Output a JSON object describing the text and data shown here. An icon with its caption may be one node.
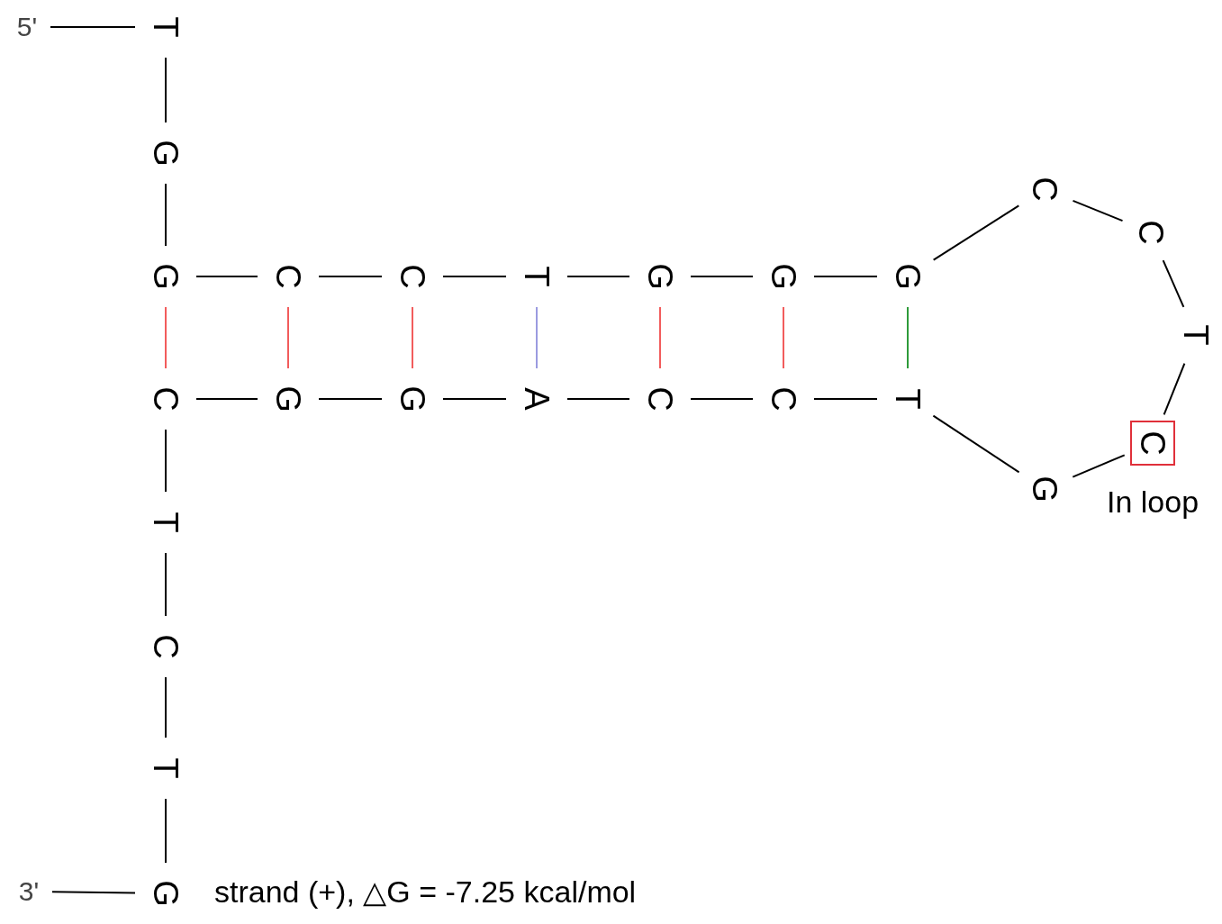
{
  "diagram": {
    "nodes": [
      {
        "text": [
          "5'"
        ]
      },
      {
        "text": [
          "T"
        ]
      },
      {
        "text": [
          "G"
        ]
      },
      {
        "text": [
          "G"
        ]
      },
      {
        "text": [
          "C"
        ]
      },
      {
        "text": [
          "C"
        ]
      },
      {
        "text": [
          "T"
        ]
      },
      {
        "text": [
          "G"
        ]
      },
      {
        "text": [
          "G"
        ]
      },
      {
        "text": [
          "G"
        ]
      },
      {
        "text": [
          "C"
        ]
      },
      {
        "text": [
          "C"
        ]
      },
      {
        "text": [
          "T"
        ]
      },
      {
        "text": [
          "In loop"
        ]
      },
      {
        "text": [
          "C"
        ],
        "in": 13
      },
      {
        "text": [
          "G"
        ]
      },
      {
        "text": [
          "T"
        ]
      },
      {
        "text": [
          "C"
        ]
      },
      {
        "text": [
          "C"
        ]
      },
      {
        "text": [
          "A"
        ]
      },
      {
        "text": [
          "G"
        ]
      },
      {
        "text": [
          "G"
        ]
      },
      {
        "text": [
          "C"
        ]
      },
      {
        "text": [
          "T"
        ]
      },
      {
        "text": [
          "C"
        ]
      },
      {
        "text": [
          "T"
        ]
      },
      {
        "text": [
          "G"
        ]
      },
      {
        "text": [
          "3'"
        ]
      }
    ],
    "edges": [
      {
        "from": 0,
        "to": 1,
        "arrow": "none"
      },
      {
        "from": 1,
        "to": 2,
        "arrow": "none"
      },
      {
        "from": 2,
        "to": 3,
        "arrow": "none"
      },
      {
        "from": 3,
        "to": 4,
        "arrow": "none"
      },
      {
        "from": 4,
        "to": 5,
        "arrow": "none"
      },
      {
        "from": 5,
        "to": 6,
        "arrow": "none"
      },
      {
        "from": 6,
        "to": 7,
        "arrow": "none"
      },
      {
        "from": 7,
        "to": 8,
        "arrow": "none"
      },
      {
        "from": 8,
        "to": 9,
        "arrow": "none"
      },
      {
        "from": 9,
        "to": 10,
        "arrow": "none"
      },
      {
        "from": 10,
        "to": 11,
        "arrow": "none"
      },
      {
        "from": 11,
        "to": 12,
        "arrow": "none"
      },
      {
        "from": 12,
        "to": 14,
        "arrow": "none"
      },
      {
        "from": 14,
        "to": 15,
        "arrow": "none"
      },
      {
        "from": 15,
        "to": 16,
        "arrow": "none"
      },
      {
        "from": 16,
        "to": 17,
        "arrow": "none"
      },
      {
        "from": 17,
        "to": 18,
        "arrow": "none"
      },
      {
        "from": 18,
        "to": 19,
        "arrow": "none"
      },
      {
        "from": 19,
        "to": 20,
        "arrow": "none"
      },
      {
        "from": 20,
        "to": 21,
        "arrow": "none"
      },
      {
        "from": 21,
        "to": 22,
        "arrow": "none"
      },
      {
        "from": 22,
        "to": 23,
        "arrow": "none"
      },
      {
        "from": 23,
        "to": 24,
        "arrow": "none"
      },
      {
        "from": 24,
        "to": 25,
        "arrow": "none"
      },
      {
        "from": 25,
        "to": 26,
        "arrow": "none"
      },
      {
        "from": 26,
        "to": 27,
        "arrow": "none"
      },
      {
        "from": 3,
        "to": 22,
        "arrow": "none",
        "color": "#f25c5c"
      },
      {
        "from": 4,
        "to": 21,
        "arrow": "none",
        "color": "#f25c5c"
      },
      {
        "from": 5,
        "to": 20,
        "arrow": "none",
        "color": "#f25c5c"
      },
      {
        "from": 6,
        "to": 19,
        "arrow": "none",
        "color": "#9b9be0"
      },
      {
        "from": 7,
        "to": 18,
        "arrow": "none",
        "color": "#f25c5c"
      },
      {
        "from": 8,
        "to": 17,
        "arrow": "none",
        "color": "#f25c5c"
      },
      {
        "from": 9,
        "to": 16,
        "arrow": "none",
        "color": "#2e9b3a"
      }
    ],
    "labels": [
      "strand (+), △G = -7.25 kcal/mol"
    ]
  }
}
